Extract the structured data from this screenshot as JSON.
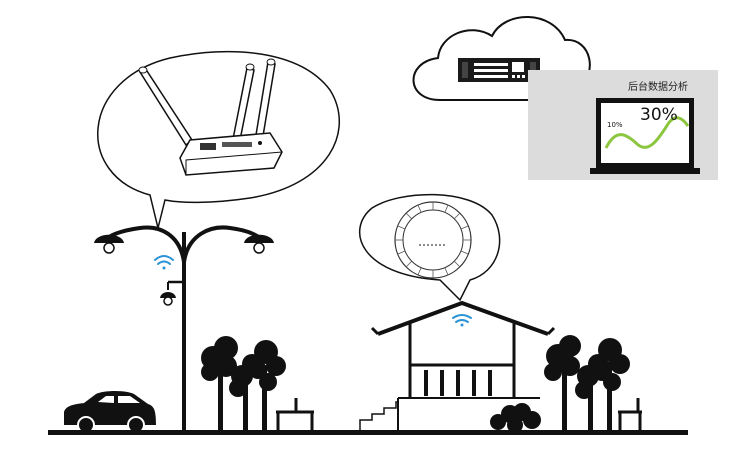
{
  "panel": {
    "title": "后台数据分析",
    "big_percent": "30%",
    "small_percent": "10%"
  },
  "colors": {
    "wifi": "#2a93d5",
    "chart_line": "#8cc63f",
    "panel_bg": "#dcdcdc",
    "ink": "#111111"
  },
  "icons": {
    "cloud": "cloud-icon",
    "server": "rack-server-icon",
    "router": "router-icon",
    "ceiling_ap": "ceiling-access-point-icon",
    "wifi": "wifi-signal-icon"
  }
}
